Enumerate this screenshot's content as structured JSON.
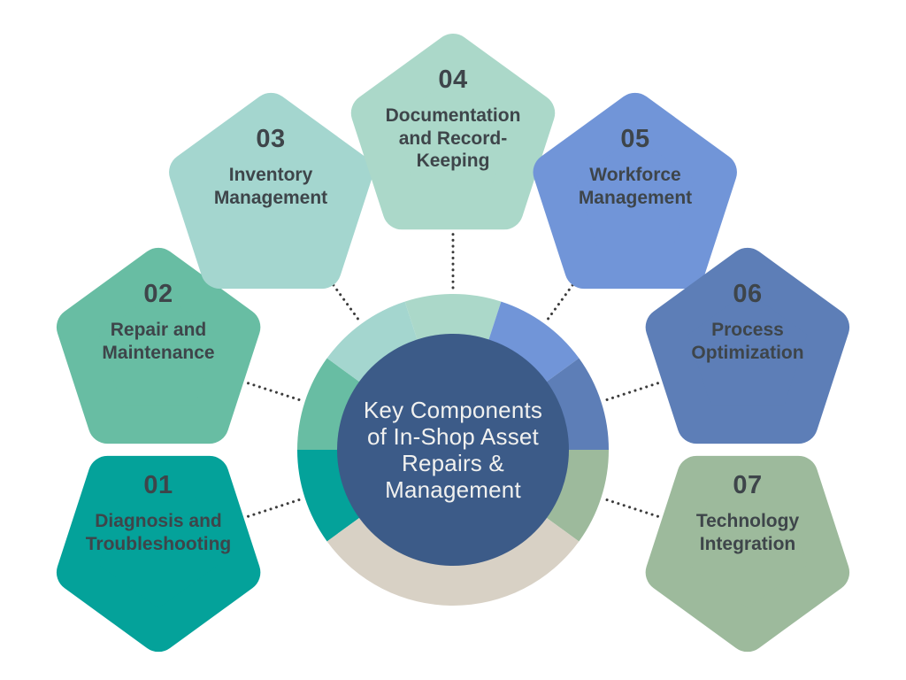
{
  "diagram": {
    "center": {
      "title": "Key Components\nof In-Shop Asset\nRepairs &\nManagement",
      "bg_color": "#3C5B88",
      "text_color": "#F1F1EF"
    },
    "ring": {
      "filler_color": "#D8D1C5"
    },
    "connector_color": "#3C3C3C",
    "label_color": "#3E454A",
    "items": [
      {
        "number": "01",
        "label": "Diagnosis and\nTroubleshooting",
        "color": "#04A29A"
      },
      {
        "number": "02",
        "label": "Repair and\nMaintenance",
        "color": "#68BDA3"
      },
      {
        "number": "03",
        "label": "Inventory\nManagement",
        "color": "#A4D6CF"
      },
      {
        "number": "04",
        "label": "Documentation\nand Record-\nKeeping",
        "color": "#ABD8C9"
      },
      {
        "number": "05",
        "label": "Workforce\nManagement",
        "color": "#7195D8"
      },
      {
        "number": "06",
        "label": "Process\nOptimization",
        "color": "#5D7EB7"
      },
      {
        "number": "07",
        "label": "Technology\nIntegration",
        "color": "#9DBA9C"
      }
    ]
  }
}
